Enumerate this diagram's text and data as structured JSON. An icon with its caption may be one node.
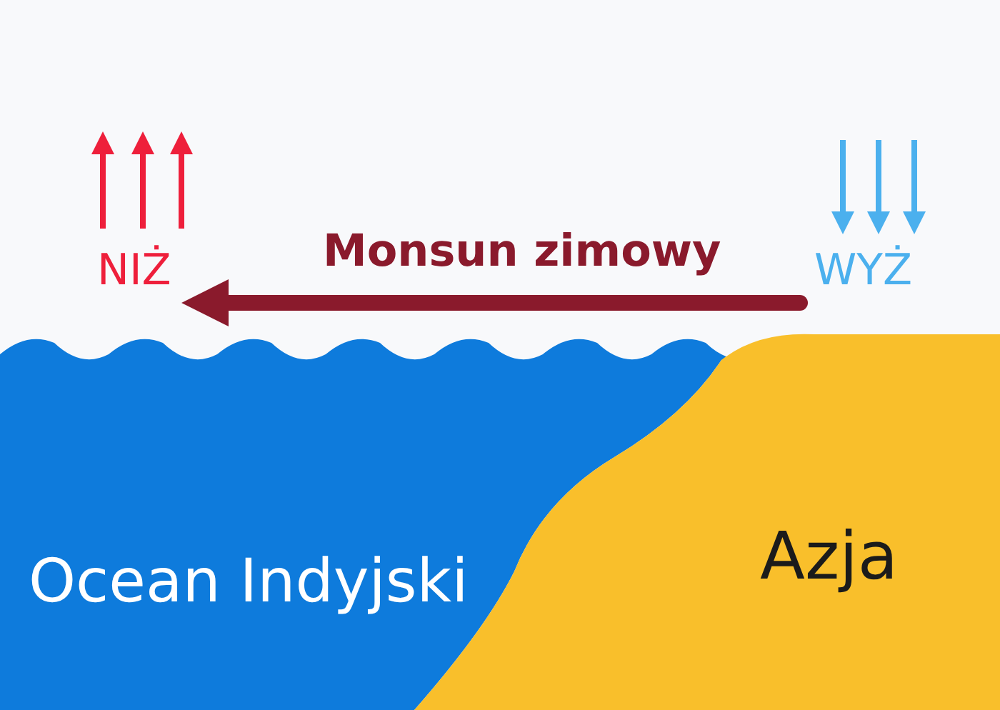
{
  "diagram": {
    "nodes": [
      {
        "text": [
          "NIŻ"
        ]
      },
      {
        "text": [
          "WYŻ"
        ]
      },
      {
        "text": [
          "Ocean Indyjski"
        ]
      },
      {
        "text": [
          "Azja"
        ]
      }
    ],
    "edges": [
      {
        "from": 1,
        "to": 0,
        "arrow": "to",
        "label": "Monsun zimowy"
      }
    ]
  }
}
